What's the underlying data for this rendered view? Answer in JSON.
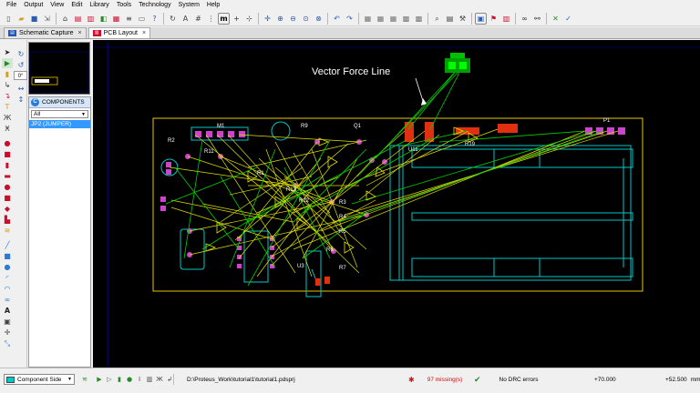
{
  "menu": [
    "File",
    "Output",
    "View",
    "Edit",
    "Library",
    "Tools",
    "Technology",
    "System",
    "Help"
  ],
  "tabs": [
    {
      "label": "Schematic Capture",
      "icon": "schematic-icon",
      "active": false
    },
    {
      "label": "PCB Layout",
      "icon": "pcb-icon",
      "active": true
    }
  ],
  "left_tools": {
    "rotation_value": "0°"
  },
  "components_panel": {
    "badge": "C",
    "title": "COMPONENTS",
    "filter_value": "All",
    "items": [
      "JP2    (JUMPER)"
    ]
  },
  "canvas": {
    "annotation": "Vector Force Line",
    "labels": [
      "M1",
      "R9",
      "R2",
      "R11",
      "R1",
      "R13",
      "R12",
      "R3",
      "R4",
      "R5",
      "R6",
      "R7",
      "U3",
      "Q1",
      "U11",
      "R19",
      "P1"
    ],
    "colors": {
      "background": "#000000",
      "board_outline": "#e8c800",
      "ratsnest": "#e0e000",
      "force_vector": "#00d000",
      "pads": "#cc44cc",
      "silkscreen": "#00c8c8",
      "components": "#e03010"
    }
  },
  "status": {
    "layer": "Component Side",
    "project_path": "D:\\Proteus_Work\\tutorial1\\tutorial1.pdsprj",
    "missing": "97 missing(s)",
    "drc": "No DRC errors",
    "coord_x": "+70.000",
    "coord_y": "+52.500",
    "unit": "mm"
  }
}
